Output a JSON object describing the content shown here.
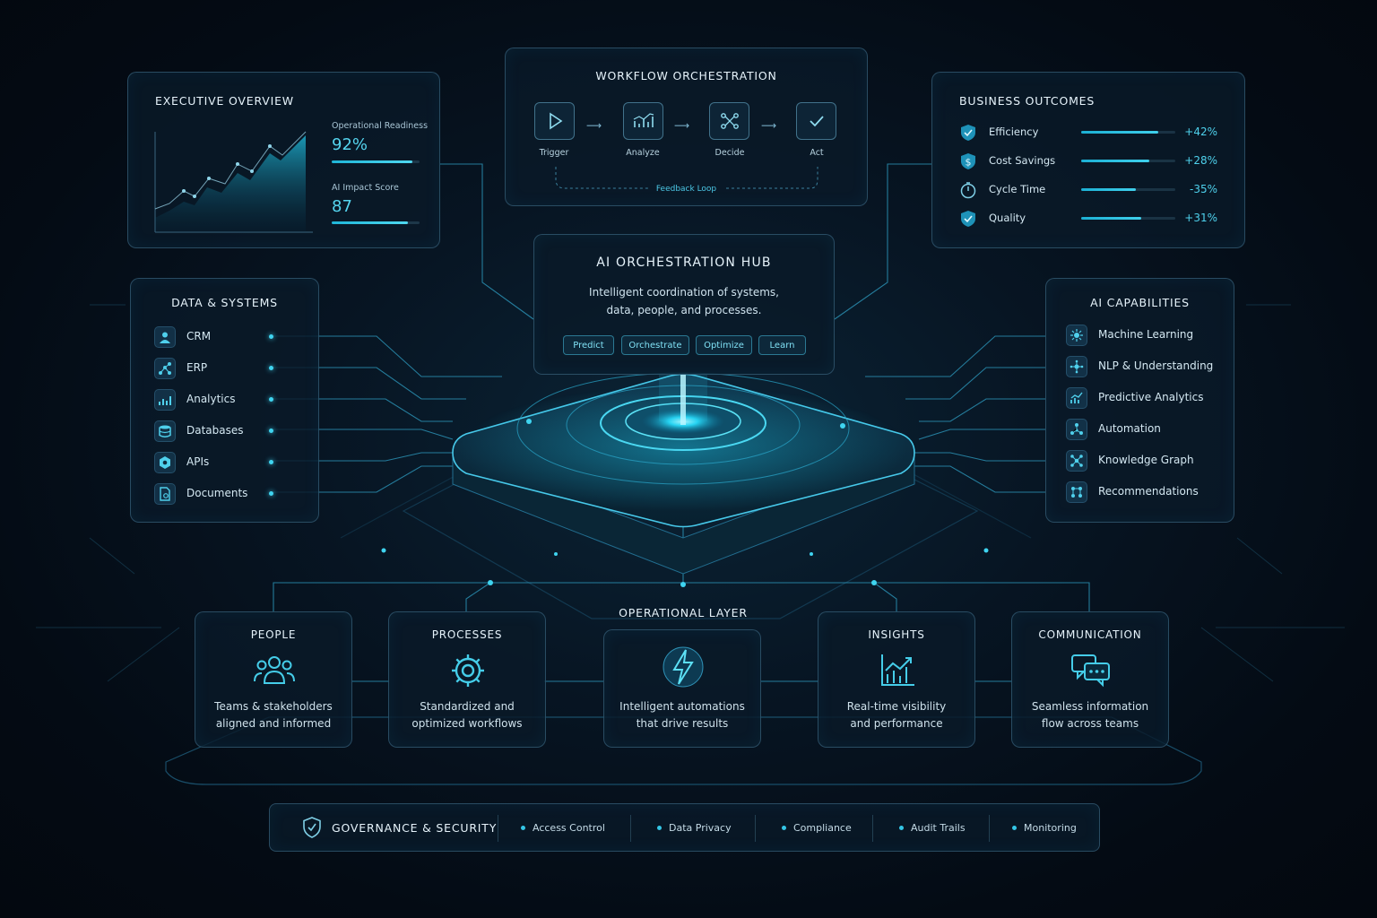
{
  "executive": {
    "title": "EXECUTIVE OVERVIEW",
    "readiness_label": "Operational Readiness",
    "readiness_value": "92%",
    "readiness_fraction": 0.92,
    "impact_label": "AI Impact Score",
    "impact_value": "87",
    "impact_fraction": 0.87
  },
  "workflow": {
    "title": "WORKFLOW ORCHESTRATION",
    "steps": [
      {
        "label": "Trigger",
        "icon": "play-icon"
      },
      {
        "label": "Analyze",
        "icon": "chart-icon"
      },
      {
        "label": "Decide",
        "icon": "decision-icon"
      },
      {
        "label": "Act",
        "icon": "check-icon"
      }
    ],
    "feedback": "Feedback Loop"
  },
  "outcomes": {
    "title": "BUSINESS OUTCOMES",
    "rows": [
      {
        "label": "Efficiency",
        "value": "+42%",
        "fill": 0.82,
        "icon": "shield-check-icon"
      },
      {
        "label": "Cost Savings",
        "value": "+28%",
        "fill": 0.72,
        "icon": "dollar-icon"
      },
      {
        "label": "Cycle Time",
        "value": "-35%",
        "fill": 0.58,
        "icon": "timer-icon"
      },
      {
        "label": "Quality",
        "value": "+31%",
        "fill": 0.64,
        "icon": "shield-check-icon"
      }
    ]
  },
  "hub": {
    "title": "AI ORCHESTRATION HUB",
    "desc_line1": "Intelligent coordination of systems,",
    "desc_line2": "data, people, and processes.",
    "chips": [
      "Predict",
      "Orchestrate",
      "Optimize",
      "Learn"
    ]
  },
  "data_systems": {
    "title": "DATA & SYSTEMS",
    "items": [
      {
        "label": "CRM",
        "icon": "user-icon"
      },
      {
        "label": "ERP",
        "icon": "network-icon"
      },
      {
        "label": "Analytics",
        "icon": "bar-chart-icon"
      },
      {
        "label": "Databases",
        "icon": "database-icon"
      },
      {
        "label": "APIs",
        "icon": "api-icon"
      },
      {
        "label": "Documents",
        "icon": "document-icon"
      }
    ]
  },
  "capabilities": {
    "title": "AI CAPABILITIES",
    "items": [
      {
        "label": "Machine Learning",
        "icon": "brain-node-icon"
      },
      {
        "label": "NLP & Understanding",
        "icon": "language-node-icon"
      },
      {
        "label": "Predictive Analytics",
        "icon": "trend-icon"
      },
      {
        "label": "Automation",
        "icon": "automation-icon"
      },
      {
        "label": "Knowledge Graph",
        "icon": "graph-icon"
      },
      {
        "label": "Recommendations",
        "icon": "recommend-icon"
      }
    ]
  },
  "operational": {
    "title": "OPERATIONAL LAYER",
    "cards": [
      {
        "title": "PEOPLE",
        "line1": "Teams & stakeholders",
        "line2": "aligned and informed",
        "icon": "people-icon"
      },
      {
        "title": "PROCESSES",
        "line1": "Standardized and",
        "line2": "optimized workflows",
        "icon": "gear-icon"
      },
      {
        "title": "",
        "line1": "Intelligent automations",
        "line2": "that drive results",
        "icon": "lightning-icon"
      },
      {
        "title": "INSIGHTS",
        "line1": "Real-time visibility",
        "line2": "and performance",
        "icon": "growth-chart-icon"
      },
      {
        "title": "COMMUNICATION",
        "line1": "Seamless information",
        "line2": "flow across teams",
        "icon": "chat-icon"
      }
    ]
  },
  "governance": {
    "title": "GOVERNANCE & SECURITY",
    "items": [
      "Access Control",
      "Data Privacy",
      "Compliance",
      "Audit Trails",
      "Monitoring"
    ]
  },
  "colors": {
    "accent": "#3fd4f0",
    "panel_border": "#60a0c4",
    "background": "#040b14"
  }
}
